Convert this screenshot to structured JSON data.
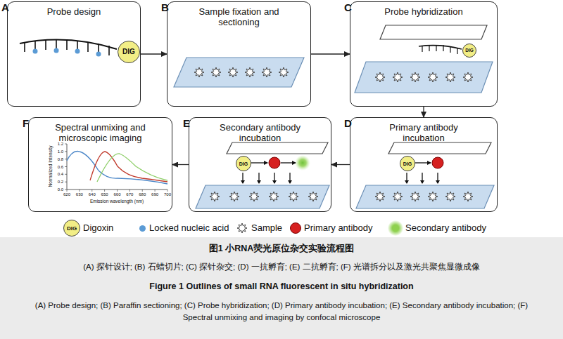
{
  "diagram": {
    "nodes": [
      {
        "text": [
          "A",
          "Probe design"
        ]
      },
      {
        "text": [
          "DIG"
        ],
        "in": 0
      },
      {
        "text": [
          "B",
          "Sample fixation and sectioning"
        ]
      },
      {
        "text": [
          "C",
          "Probe hybridization"
        ]
      },
      {
        "text": [
          "DIG"
        ],
        "in": 3
      },
      {
        "text": [
          "D",
          "Primary antibody incubation"
        ]
      },
      {
        "text": [
          "DIG"
        ],
        "in": 5
      },
      {
        "text": [
          "E",
          "Secondary antibody incubation"
        ]
      },
      {
        "text": [
          "DIG"
        ],
        "in": 7
      },
      {
        "text": [
          "F",
          "Spectral unmixing and microscopic imaging"
        ]
      }
    ],
    "edges": [
      {
        "from": 0,
        "to": 2,
        "arrow": "to"
      },
      {
        "from": 2,
        "to": 3,
        "arrow": "to"
      },
      {
        "from": 3,
        "to": 5,
        "arrow": "to"
      },
      {
        "from": 5,
        "to": 7,
        "arrow": "to"
      },
      {
        "from": 7,
        "to": 9,
        "arrow": "to"
      }
    ],
    "labels": [
      "DIG",
      "0.0",
      "0.2",
      "0.4",
      "0.6",
      "0.8",
      "1.0",
      "1.2",
      "620",
      "630",
      "640",
      "650",
      "660",
      "670",
      "680",
      "690",
      "700",
      "Normalized Intensity",
      "Emission wavelength (nm)",
      "图1  小RNA荧光原位杂交实验流程图",
      "(A) 探针设计; (B) 石蜡切片; (C) 探针杂交; (D) 一抗孵育; (E) 二抗孵育; (F) 光谱拆分以及激光共聚焦显微成像",
      "Figure 1   Outlines of small RNA fluorescent in situ hybridization",
      "(A) Probe design; (B) Paraffin sectioning; (C) Probe hybridization; (D) Primary antibody incubation; (E) Secondary antibody incubation; (F) Spectral unmixing and imaging by confocal microscope"
    ],
    "legend": [
      {
        "text": "Digoxin"
      },
      {
        "text": "Locked nucleic acid",
        "color": "#5b9bd5"
      },
      {
        "text": "Sample"
      },
      {
        "text": "Primary antibody",
        "color": "#d62020"
      },
      {
        "text": "Secondary antibody",
        "color": "#8fd14f"
      }
    ]
  }
}
